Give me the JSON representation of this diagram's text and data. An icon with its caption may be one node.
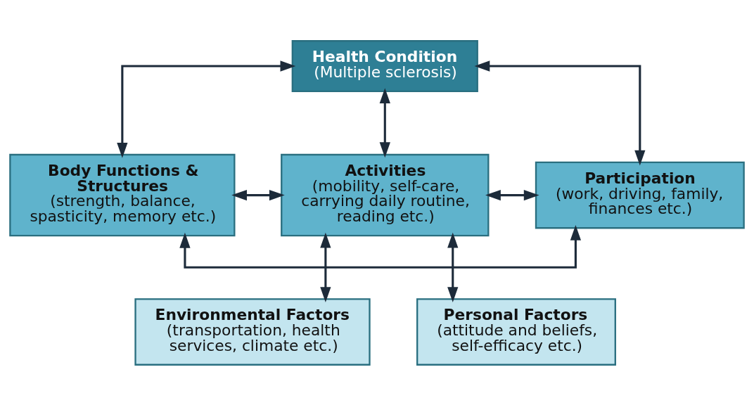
{
  "diagram": {
    "nodes": [
      {
        "text": [
          "Health Condition",
          "(Multiple sclerosis)"
        ]
      },
      {
        "text": [
          "Body Functions & Structures",
          "(strength, balance, spasticity, memory etc.)"
        ]
      },
      {
        "text": [
          "Activities",
          "(mobility, self-care, carrying daily routine, reading etc.)"
        ]
      },
      {
        "text": [
          "Participation",
          "(work, driving, family, finances etc.)"
        ]
      },
      {
        "text": [
          "Environmental Factors",
          "(transportation, health services, climate etc.)"
        ]
      },
      {
        "text": [
          "Personal Factors",
          "(attitude and beliefs, self-efficacy etc.)"
        ]
      }
    ],
    "edges": [
      {
        "from": 0,
        "to": 2,
        "arrow": "both"
      },
      {
        "from": 0,
        "to": 1,
        "arrow": "both"
      },
      {
        "from": 0,
        "to": 3,
        "arrow": "both"
      },
      {
        "from": 1,
        "to": 2,
        "arrow": "both"
      },
      {
        "from": 2,
        "to": 3,
        "arrow": "both"
      },
      {
        "from": 1,
        "to": 3,
        "arrow": "both"
      },
      {
        "from": 2,
        "to": 4,
        "arrow": "both"
      },
      {
        "from": 2,
        "to": 5,
        "arrow": "both"
      }
    ]
  }
}
